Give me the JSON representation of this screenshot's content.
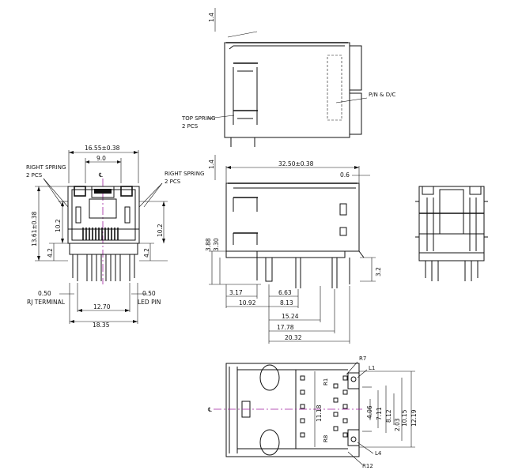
{
  "front_view": {
    "width_dim": "16.55±0.38",
    "inner_dim": "9.0",
    "height_dim": "13.61±0.38",
    "left_small_dim": "4.2",
    "right_small_dim": "4.2",
    "right_height_dim": "10.2",
    "left_height_dim": "10.2",
    "pitch_12_70": "12.70",
    "overall_18_35": "18.35",
    "rj_terminal_dim": "0.50",
    "rj_terminal_label": "RJ TERMINAL",
    "led_pin_dim": "0.50",
    "led_pin_label": "LED PIN",
    "right_spring_left": "RIGHT SPRING",
    "right_spring_left_qty": "2 PCS",
    "right_spring_right": "RIGHT SPRING",
    "right_spring_right_qty": "2 PCS",
    "center_mark": "℄"
  },
  "top_side_view": {
    "top_offset": "1.4",
    "pn_dc": "P/N & D/C",
    "top_spring": "TOP SPRING",
    "top_spring_qty": "2 PCS"
  },
  "side_view": {
    "top_offset": "1.4",
    "length_dim": "32.50±0.38",
    "right_offset": "0.6",
    "dim_3_88": "3.88",
    "dim_3_30": "3.30",
    "dim_3_2": "3.2",
    "dim_3_17": "3.17",
    "dim_6_63": "6.63",
    "dim_10_92": "10.92",
    "dim_8_13": "8.13",
    "dim_15_24": "15.24",
    "dim_17_78": "17.78",
    "dim_20_32": "20.32"
  },
  "bottom_view": {
    "center_mark": "℄",
    "dim_11_18": "11.18",
    "dim_4_06": "4.06",
    "dim_7_11": "7.11",
    "dim_8_12": "8.12",
    "dim_2_03": "2.03",
    "dim_10_15": "10.15",
    "dim_12_19": "12.19",
    "label_l1": "L1",
    "label_r1": "R1",
    "label_r7": "R7",
    "label_r8": "R8",
    "label_r12": "R12",
    "label_l4": "L4"
  }
}
